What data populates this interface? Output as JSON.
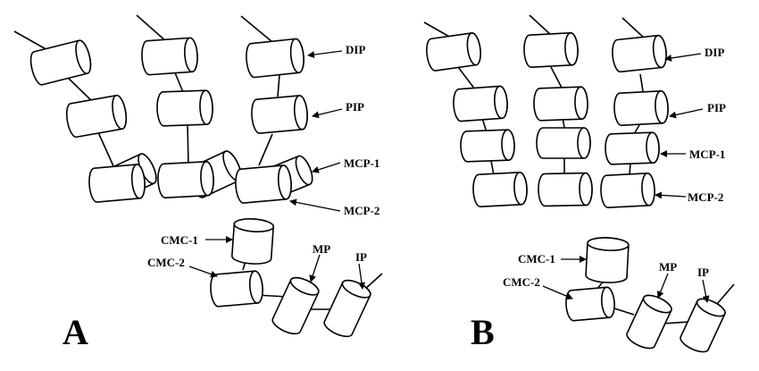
{
  "panels": [
    {
      "letter": "A",
      "labels": {
        "dip": "DIP",
        "pip": "PIP",
        "mcp1": "MCP-1",
        "mcp2": "MCP-2",
        "cmc1": "CMC-1",
        "cmc2": "CMC-2",
        "mp": "MP",
        "ip": "IP"
      }
    },
    {
      "letter": "B",
      "labels": {
        "dip": "DIP",
        "pip": "PIP",
        "mcp1": "MCP-1",
        "mcp2": "MCP-2",
        "cmc1": "CMC-1",
        "cmc2": "CMC-2",
        "mp": "MP",
        "ip": "IP"
      }
    }
  ],
  "colors": {
    "stroke": "#000000",
    "background": "#ffffff"
  }
}
